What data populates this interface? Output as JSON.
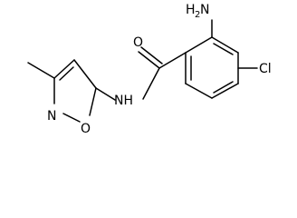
{
  "molecule": {
    "labels": {
      "amine_h": "H",
      "amine_h_count": "2",
      "amine_n": "N",
      "carbonyl_o": "O",
      "chlorine": "Cl",
      "amide_nh": "NH",
      "ring_n": "N",
      "ring_o": "O"
    },
    "colors": {
      "bond": "#000000",
      "text": "#000000",
      "background": "#ffffff"
    }
  }
}
